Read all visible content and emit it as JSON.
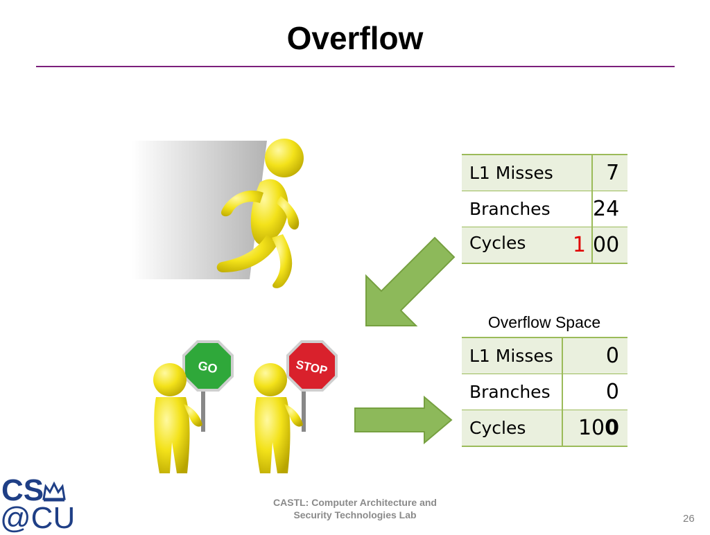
{
  "slide": {
    "title": "Overflow",
    "page_number": "26",
    "footer": {
      "line1": "CASTL: Computer Architecture and",
      "line2": "Security Technologies Lab"
    },
    "logo": {
      "line1": "CS",
      "line2": "@CU"
    }
  },
  "counters_table": {
    "rows": [
      {
        "label": "L1 Misses",
        "value": "7"
      },
      {
        "label": "Branches",
        "value": "24"
      },
      {
        "label": "Cycles",
        "overflow_digit": "1",
        "value": "00"
      }
    ]
  },
  "overflow_space": {
    "caption": "Overflow Space",
    "rows": [
      {
        "label": "L1 Misses",
        "value": "0"
      },
      {
        "label": "Branches",
        "value": "0"
      },
      {
        "label": "Cycles",
        "value_prefix": "10",
        "value_bold": "0"
      }
    ]
  },
  "signs": {
    "go": "GO",
    "stop": "STOP"
  },
  "colors": {
    "accent_rule": "#7b1f7b",
    "table_border": "#9bbb59",
    "row_shade": "#eaf0de",
    "arrow_fill": "#8db95a",
    "overflow_digit": "#e00000",
    "figure_yellow": "#f3e21a"
  }
}
